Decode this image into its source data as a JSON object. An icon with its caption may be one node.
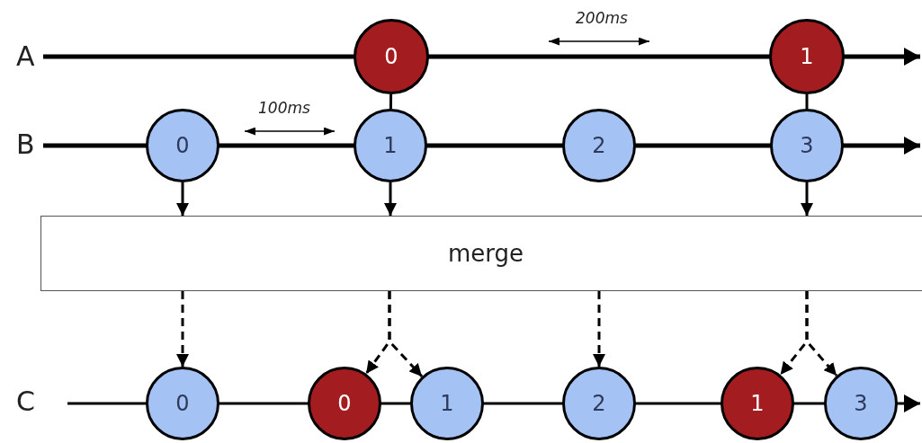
{
  "diagram": {
    "nodes": [
      {
        "text": [
          "0"
        ]
      },
      {
        "text": [
          "1"
        ]
      },
      {
        "text": [
          "0"
        ]
      },
      {
        "text": [
          "1"
        ]
      },
      {
        "text": [
          "2"
        ]
      },
      {
        "text": [
          "3"
        ]
      },
      {
        "text": [
          "merge"
        ]
      },
      {
        "text": [
          "0"
        ]
      },
      {
        "text": [
          "0"
        ]
      },
      {
        "text": [
          "1"
        ]
      },
      {
        "text": [
          "2"
        ]
      },
      {
        "text": [
          "1"
        ]
      },
      {
        "text": [
          "3"
        ]
      }
    ],
    "edges": [
      {
        "from": 0,
        "to": 3,
        "arrow": "none"
      },
      {
        "from": 1,
        "to": 5,
        "arrow": "none"
      },
      {
        "from": 2,
        "to": 6,
        "arrow": "to"
      },
      {
        "from": 3,
        "to": 6,
        "arrow": "to"
      },
      {
        "from": 5,
        "to": 6,
        "arrow": "to"
      },
      {
        "from": 6,
        "to": 7,
        "arrow": "to",
        "style": "dashed"
      },
      {
        "from": 6,
        "to": 8,
        "arrow": "to",
        "style": "dashed"
      },
      {
        "from": 6,
        "to": 9,
        "arrow": "to",
        "style": "dashed"
      },
      {
        "from": 6,
        "to": 10,
        "arrow": "to",
        "style": "dashed"
      },
      {
        "from": 6,
        "to": 11,
        "arrow": "to",
        "style": "dashed"
      },
      {
        "from": 6,
        "to": 12,
        "arrow": "to",
        "style": "dashed"
      }
    ],
    "labels": [
      "200ms",
      "A",
      "100ms",
      "B",
      "C"
    ]
  }
}
